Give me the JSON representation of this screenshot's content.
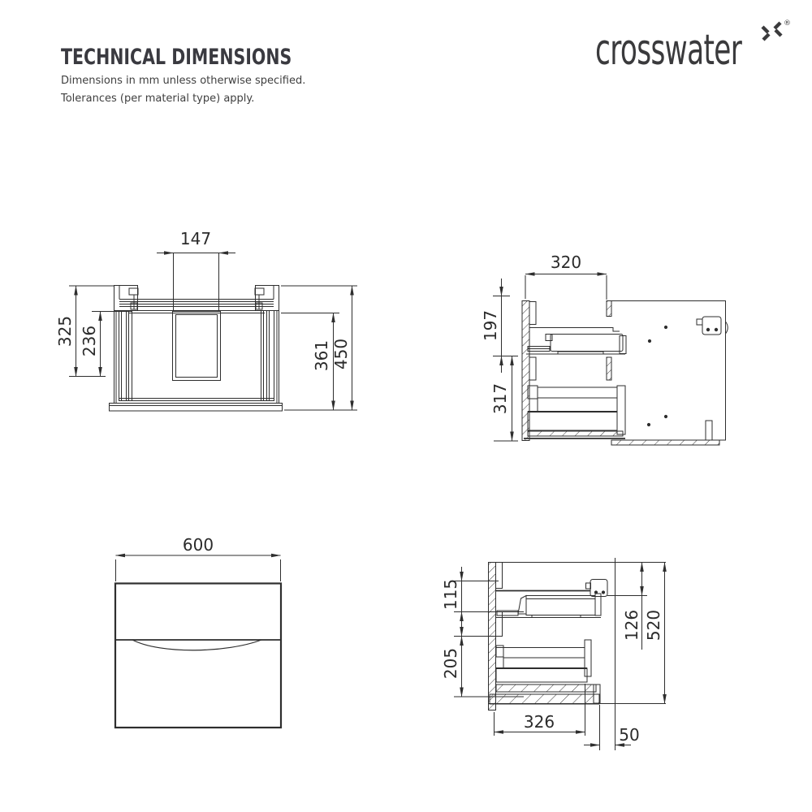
{
  "header": {
    "title": "TECHNICAL DIMENSIONS",
    "subtitle_line1": "Dimensions in mm unless otherwise specified.",
    "subtitle_line2": "Tolerances (per material type) apply."
  },
  "brand": {
    "name": "crosswater",
    "registered_mark": "®"
  },
  "drawing": {
    "line_color": "#2e2e2e",
    "units": "mm",
    "views": {
      "plan_view": {
        "dim_147": "147",
        "dim_325": "325",
        "dim_236": "236",
        "dim_361": "361",
        "dim_450": "450"
      },
      "side_section_upper": {
        "dim_320": "320",
        "dim_197": "197",
        "dim_317": "317"
      },
      "front_view": {
        "dim_600": "600"
      },
      "side_section_lower": {
        "dim_115": "115",
        "dim_205": "205",
        "dim_126": "126",
        "dim_520": "520",
        "dim_326": "326",
        "dim_50": "50"
      }
    }
  }
}
